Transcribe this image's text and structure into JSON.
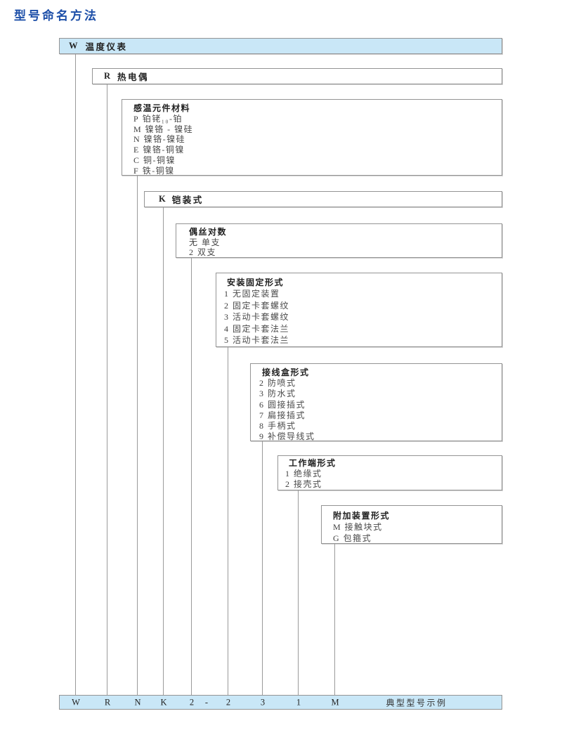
{
  "page_title": "型号命名方法",
  "diagram": {
    "boxes": [
      {
        "code": "W",
        "label": "温度仪表"
      },
      {
        "code": "R",
        "label": "热电偶"
      },
      {
        "title": "感温元件材料",
        "items": [
          {
            "code": "P",
            "label": "铂铑₁₀-铂"
          },
          {
            "code": "M",
            "label": "镍铬 - 镍硅"
          },
          {
            "code": "N",
            "label": "镍铬-镍硅"
          },
          {
            "code": "E",
            "label": "镍铬-铜镍"
          },
          {
            "code": "C",
            "label": "铜-铜镍"
          },
          {
            "code": "F",
            "label": "铁-铜镍"
          }
        ]
      },
      {
        "code": "K",
        "label": "铠装式"
      },
      {
        "title": "偶丝对数",
        "items": [
          {
            "code": "无",
            "label": "单支"
          },
          {
            "code": "2",
            "label": "双支"
          }
        ]
      },
      {
        "title": "安装固定形式",
        "items": [
          {
            "code": "1",
            "label": "无固定装置"
          },
          {
            "code": "2",
            "label": "固定卡套螺纹"
          },
          {
            "code": "3",
            "label": "活动卡套螺纹"
          },
          {
            "code": "4",
            "label": "固定卡套法兰"
          },
          {
            "code": "5",
            "label": "活动卡套法兰"
          }
        ]
      },
      {
        "title": "接线盒形式",
        "items": [
          {
            "code": "2",
            "label": "防喷式"
          },
          {
            "code": "3",
            "label": "防水式"
          },
          {
            "code": "6",
            "label": "圆接插式"
          },
          {
            "code": "7",
            "label": "扁接插式"
          },
          {
            "code": "8",
            "label": "手柄式"
          },
          {
            "code": "9",
            "label": "补偿导线式"
          }
        ]
      },
      {
        "title": "工作端形式",
        "items": [
          {
            "code": "1",
            "label": "绝缘式"
          },
          {
            "code": "2",
            "label": "接壳式"
          }
        ]
      },
      {
        "title": "附加装置形式",
        "items": [
          {
            "code": "M",
            "label": "接触块式"
          },
          {
            "code": "G",
            "label": "包箍式"
          }
        ]
      }
    ],
    "example_bar": {
      "codes": [
        "W",
        "R",
        "N",
        "K",
        "2",
        "-",
        "2",
        "3",
        "1",
        "M"
      ],
      "caption": "典型型号示例"
    }
  },
  "colors": {
    "title_blue": "#1d4fa8",
    "box_fill_blue": "#c9e7f7",
    "border_gray": "#949494"
  }
}
